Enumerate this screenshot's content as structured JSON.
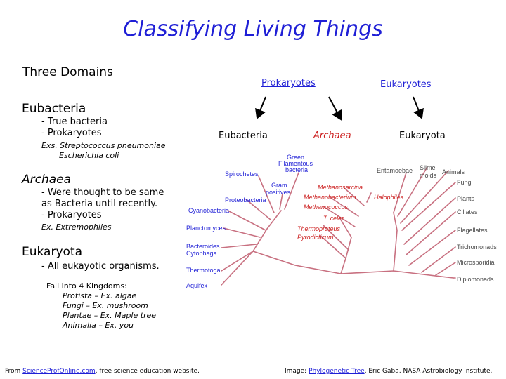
{
  "title": "Classifying Living Things",
  "left": {
    "heading": "Three Domains",
    "eubacteria": {
      "name": "Eubacteria",
      "lines": [
        "- True bacteria",
        "- Prokaryotes"
      ],
      "examples": [
        "Exs. Streptococcus pneumoniae",
        "Escherichia coli"
      ]
    },
    "archaea": {
      "name": "Archaea",
      "lines": [
        "- Were thought to be same",
        "as Bacteria until recently.",
        "- Prokaryotes"
      ],
      "example": "Ex. Extremophiles"
    },
    "eukaryota": {
      "name": "Eukaryota",
      "line": "- All eukayotic organisms.",
      "kingdoms_heading": "Fall into 4 Kingdoms:",
      "kingdoms": [
        "Protista – Ex. algae",
        "Fungi – Ex. mushroom",
        "Plantae – Ex. Maple tree",
        "Animalia – Ex. you"
      ]
    }
  },
  "diagram": {
    "prokaryotes": "Prokaryotes",
    "eukaryotes": "Eukaryotes",
    "eubacteria": "Eubacteria",
    "archaea": "Archaea",
    "eukaryota": "Eukaryota"
  },
  "tree": {
    "labels": {
      "green_filamentous": [
        "Green",
        "Filamentous",
        "bacteria"
      ],
      "spirochetes": "Spirochetes",
      "gram_positives": [
        "Gram",
        "positives"
      ],
      "proteobacteria": "Proteobacteria",
      "cyanobacteria": "Cyanobacteria",
      "planctomyces": "Planctomyces",
      "bacteroides": [
        "Bacteroides",
        "Cytophaga"
      ],
      "thermotoga": "Thermotoga",
      "aquifex": "Aquifex",
      "methanosarcina": "Methanosarcina",
      "methanobacterium": "Methanobacterium",
      "halophiles": "Halophiles",
      "methanococcus": "Methanococcus",
      "t_celer": "T. celer",
      "thermoproteus": "Thermoproteus",
      "pyrodictium": "Pyrodicticum",
      "entamoebae": "Entamoebae",
      "slime_molds": [
        "Slime",
        "molds"
      ],
      "animals": "Animals",
      "fungi": "Fungi",
      "plants": "Plants",
      "ciliates": "Ciliates",
      "flagellates": "Flagellates",
      "trichomonads": "Trichomonads",
      "microsporidia": "Microsporidia",
      "diplomonads": "Diplomonads"
    },
    "colors": {
      "bacteria": "#1f1fd6",
      "archaea": "#cc1f1f",
      "eukarya": "#4a4a4a",
      "branch": "#c87080"
    }
  },
  "footer": {
    "left_prefix": "From ",
    "left_link": "ScienceProfOnline.com",
    "left_suffix": ", free science education website.",
    "right_prefix": "Image: ",
    "right_link": "Phylogenetic Tree",
    "right_suffix": ", Eric Gaba, NASA Astrobiology institute."
  }
}
